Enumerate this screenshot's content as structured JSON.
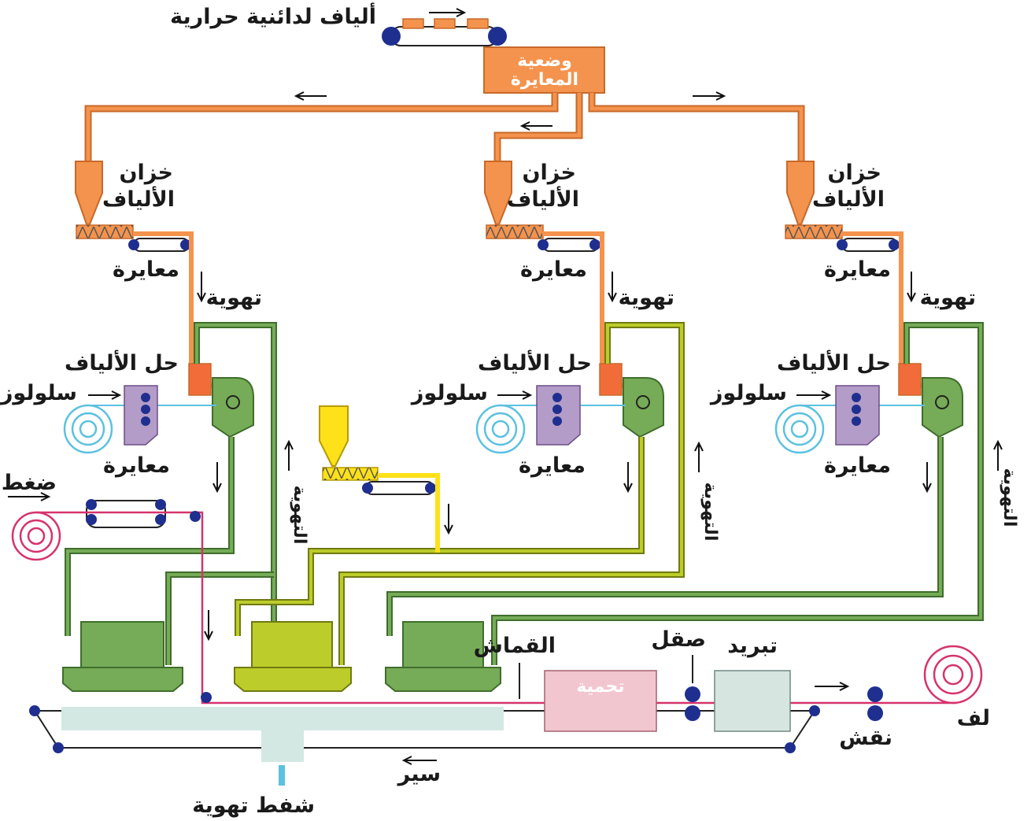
{
  "labels": {
    "thermoplastic_fibers": "ألياف لدائنية حرارية",
    "calibration_station_line1": "وضعية",
    "calibration_station_line2": "المعايرة",
    "fiber_tank_line1": "خزان",
    "fiber_tank_line2": "الألياف",
    "calibrator": "معايرة",
    "aeration": "تهوية",
    "fiber_opening": "حل الألياف",
    "cellulose": "سلولوز",
    "aeration_vertical": "التهوية",
    "compression": "ضغط",
    "fabric": "القماش",
    "polishing": "صقل",
    "cooling": "تبريد",
    "heating": "تحمية",
    "winding": "لف",
    "embossing": "نقش",
    "belt": "سير",
    "suction_aeration": "شفط تهوية"
  },
  "colors": {
    "orange": "#f4934d",
    "orange_dark": "#c8692a",
    "green": "#76ab57",
    "green_dark": "#3f6e2c",
    "lime": "#bccc2a",
    "yellow": "#ffe11a",
    "pink": "#d6336c",
    "light_blue": "#5cc1e0",
    "purple": "#b39cc7",
    "heating_box": "#f2c6cf",
    "cooling_box": "#d7e5e1",
    "belt_fill": "#d4e8e3",
    "roller": "#1f2f8f"
  }
}
